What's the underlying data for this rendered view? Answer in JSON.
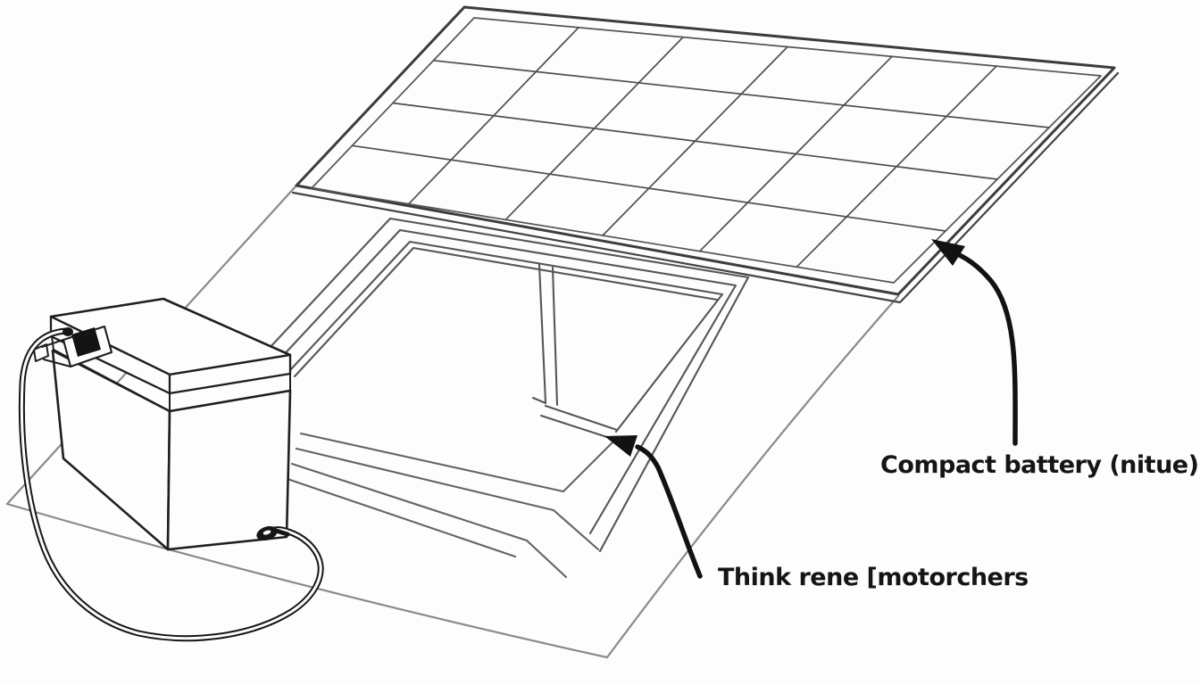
{
  "illustration": {
    "description": "Hand-drawn line illustration of a rooftop solar panel array above an open skylight hatch, with a compact battery box connected by a looping cable sitting on the roof",
    "components": [
      "solar-panel",
      "roof-plane",
      "skylight-opening",
      "battery-box",
      "battery-cable",
      "annotation-arrows"
    ]
  },
  "labels": [
    {
      "text": "Compact battery (nitue)",
      "points_to": "solar-panel-lower-edge"
    },
    {
      "text": "Think rene [motorchers",
      "points_to": "skylight-frame-corner"
    }
  ],
  "colors": {
    "background": "#fdfdfd",
    "ink_dark": "#161616",
    "panel_line": "#3c3c3c",
    "grid_line": "#4f4f4f",
    "skylight_line": "#565656",
    "roof_line": "#8a8a8a",
    "text": "#151515"
  }
}
